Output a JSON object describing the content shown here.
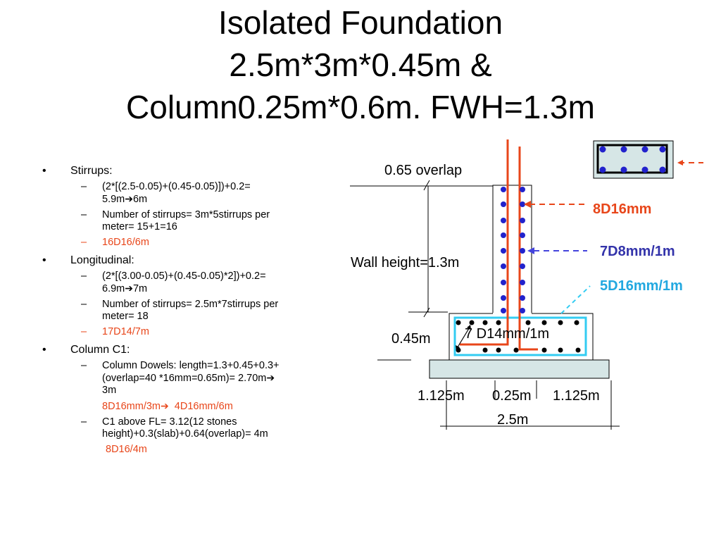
{
  "title": {
    "line1": "Isolated Foundation",
    "line2": "2.5m*3m*0.45m &",
    "line3": "Column0.25m*0.6m. FWH=1.3m"
  },
  "notes": {
    "stirrups": {
      "heading": "Stirrups:",
      "calc_a": "(2*[(2.5-0.05)+(0.45-0.05)])+0.2= 5.9m",
      "calc_b": "6m",
      "count": "Number of stirrups= 3m*5stirrups per meter= 15+1=16",
      "result": "16D16/6m"
    },
    "longitudinal": {
      "heading": "Longitudinal:",
      "calc_a": "(2*[(3.00-0.05)+(0.45-0.05)*2])+0.2= 6.9m",
      "calc_b": "7m",
      "count": "Number of stirrups= 2.5m*7stirrups per meter= 18",
      "result": "17D14/7m"
    },
    "column": {
      "heading": "Column C1:",
      "dowels_a": "Column Dowels: length=1.3+0.45+0.3+(overlap=40 *16mm=0.65m)= 2.70m",
      "dowels_b": "3m",
      "dowels_red_a": "8D16mm/3m",
      "dowels_red_b": "4D16mm/6m",
      "above": "C1 above FL= 3.12(12 stones height)+0.3(slab)+0.64(overlap)= 4m",
      "above_red": "8D16/4m"
    },
    "bullet": "•",
    "dash": "–",
    "arrow_glyph": "➔"
  },
  "diagram": {
    "overlap_label": "0.65 overlap",
    "wall_height_label": "Wall height=1.3m",
    "depth_label": "0.45m",
    "bottom_bars_label": "7 D14mm/1m",
    "dim_left": "1.125m",
    "dim_mid": "0.25m",
    "dim_right": "1.125m",
    "dim_total": "2.5m",
    "label_8d16": "8D16mm",
    "label_7d8": "7D8mm/1m",
    "label_5d16": "5D16mm/1m",
    "colors": {
      "dowel": "#e8461a",
      "stirrup": "#4444dd",
      "footing_bar": "#33ccf2",
      "concrete": "#d6e6e6",
      "rebar_dot": "#2222cc"
    }
  }
}
